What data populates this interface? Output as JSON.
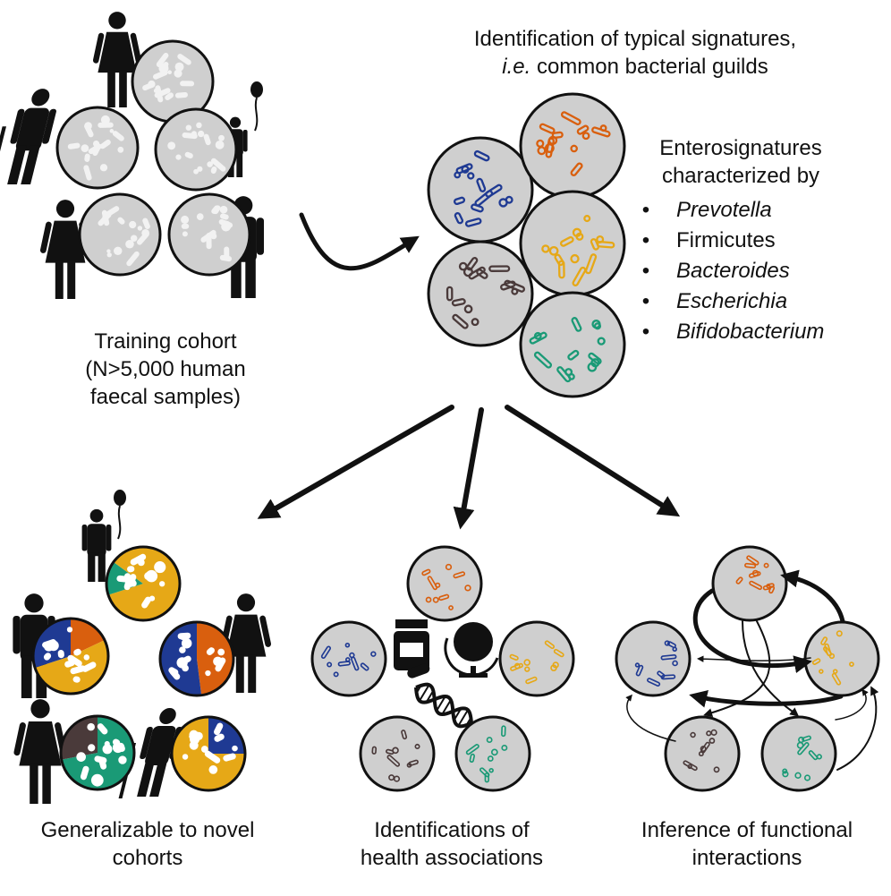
{
  "colors": {
    "blue": "#1f3a93",
    "orange": "#d95f0e",
    "yellow": "#e6a817",
    "brown": "#4a3a3a",
    "green": "#1a9a76",
    "circle_fill": "#cfcfcf",
    "speck": "#f2f2f2"
  },
  "top": {
    "title_line1": "Identification of typical signatures,",
    "title_line2_italic": "i.e.",
    "title_line2_rest": " common bacterial guilds"
  },
  "enterosignatures": {
    "heading_line1": "Enterosignatures",
    "heading_line2": "characterized by",
    "bullet_glyph": "•",
    "items": [
      {
        "label": "Prevotella",
        "italic": true
      },
      {
        "label": "Firmicutes",
        "italic": false
      },
      {
        "label": "Bacteroides",
        "italic": true
      },
      {
        "label": "Escherichia",
        "italic": true
      },
      {
        "label": "Bifidobacterium",
        "italic": true
      }
    ]
  },
  "training": {
    "line1": "Training cohort",
    "line2": "(N>5,000 human",
    "line3": "faecal samples)"
  },
  "bottom": {
    "left_line1": "Generalizable to novel",
    "left_line2": "cohorts",
    "middle_line1": "Identifications of",
    "middle_line2": "health associations",
    "right_line1": "Inference of functional",
    "right_line2": "interactions"
  },
  "icons": {
    "people": "person-icon",
    "balloon": "balloon-icon",
    "medicine": "medicine-bottle-icon",
    "globe": "globe-icon",
    "dna": "dna-icon",
    "arrow": "arrow-icon",
    "circle": "sample-circle-icon"
  }
}
